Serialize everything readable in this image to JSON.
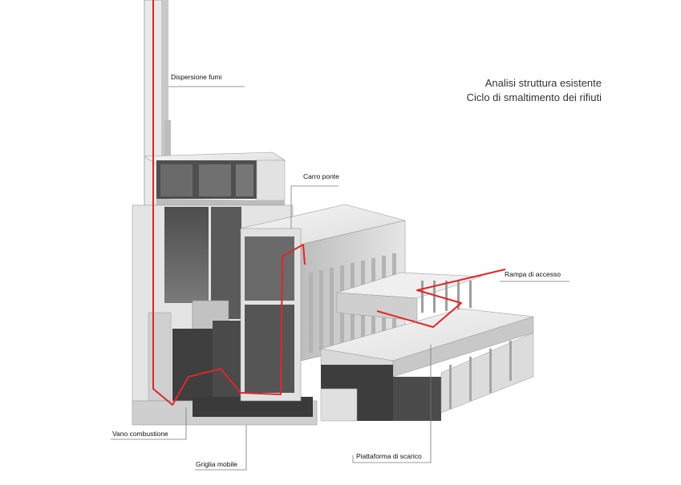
{
  "heading": {
    "line1": "Analisi struttura esistente",
    "line2": "Ciclo di smaltimento dei rifiuti"
  },
  "labels": {
    "dispersione": "Dispersione fumi",
    "carro": "Carro ponte",
    "rampa": "Rampa di accesso",
    "vano": "Vano combustione",
    "griglia": "Griglia mobile",
    "piattaforma": "Piattaforma di scarico"
  },
  "colors": {
    "flow_path": "#e0262b",
    "leader_line": "#777777",
    "structure_light": "#f2f2f2",
    "structure_mid": "#cfcfcf",
    "structure_dark": "#5e5e5e"
  }
}
